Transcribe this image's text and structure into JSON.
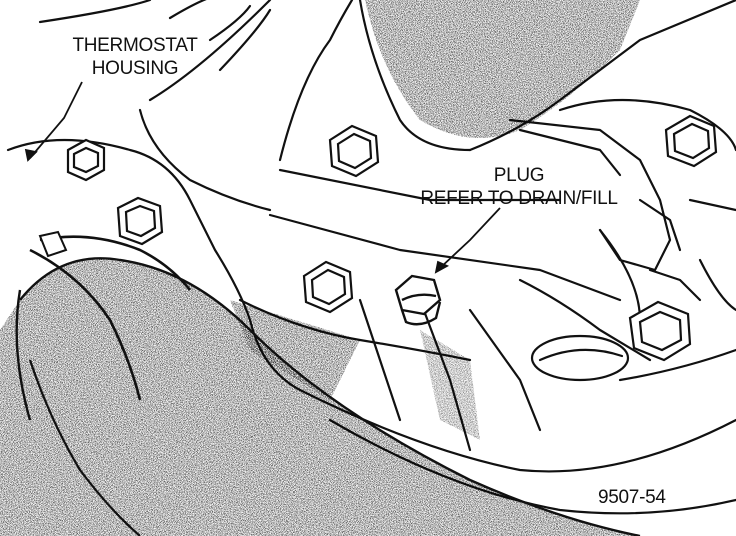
{
  "labels": {
    "thermostat_housing_line1": "THERMOSTAT",
    "thermostat_housing_line2": "HOUSING",
    "plug_line1": "PLUG",
    "plug_line2": "REFER TO DRAIN/FILL",
    "figure_number": "9507-54"
  },
  "colors": {
    "ink": "#111111",
    "paper": "#ffffff",
    "stipple": "#6a6a6a"
  },
  "icons": [
    "bolt-icon",
    "plug-icon",
    "hose-icon"
  ]
}
